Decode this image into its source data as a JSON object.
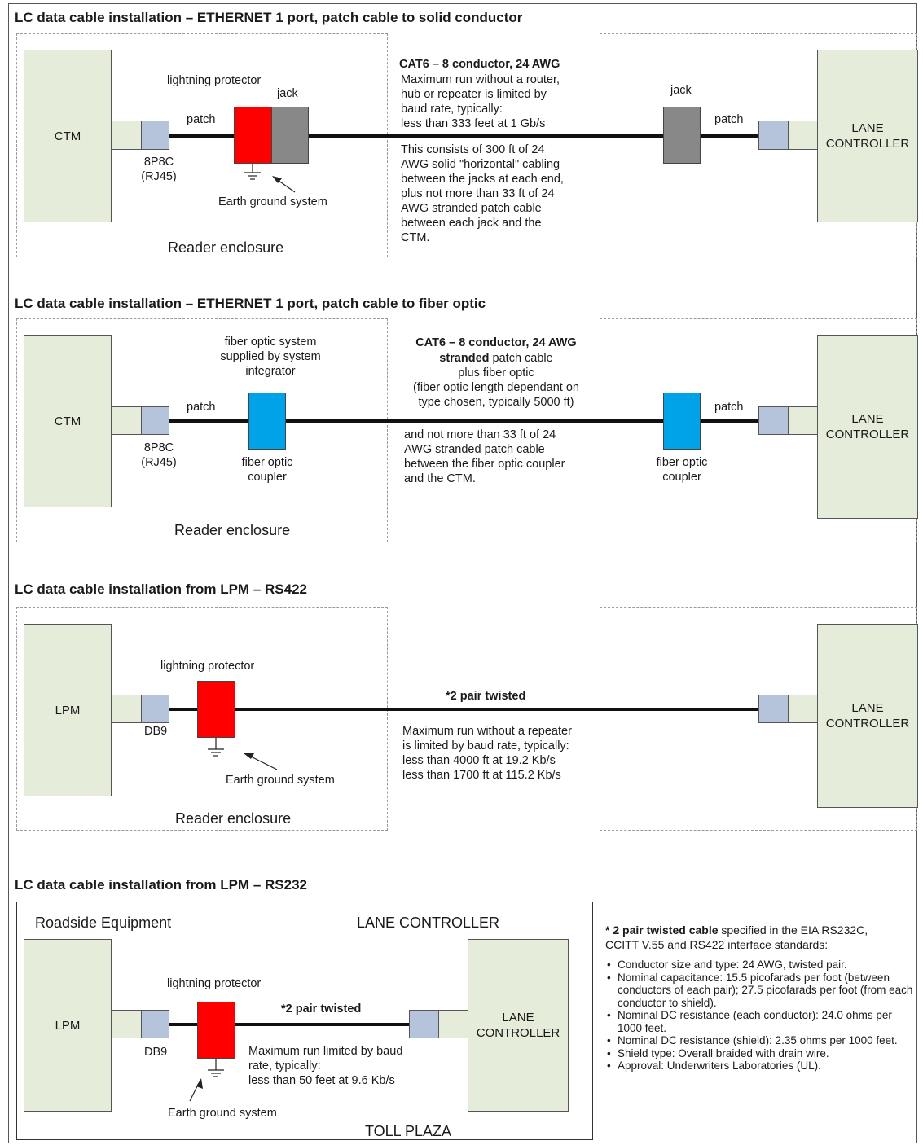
{
  "section1": {
    "title": "LC data cable installation – ETHERNET 1 port, patch cable to solid conductor",
    "ctm": "CTM",
    "lane_controller": "LANE\nCONTROLLER",
    "lightning_protector": "lightning protector",
    "jack_left": "jack",
    "jack_right": "jack",
    "patch_left": "patch",
    "patch_right": "patch",
    "connector": "8P8C\n(RJ45)",
    "earth": "Earth ground system",
    "enclosure": "Reader enclosure",
    "cable_title": "CAT6 – 8 conductor, 24 AWG",
    "cable_desc": "Maximum run without a router,\nhub or repeater is limited by\nbaud rate, typically:\nless than 333 feet at 1 Gb/s",
    "cable_note": "This consists of 300 ft of 24\nAWG solid \"horizontal\" cabling\nbetween the jacks at each end,\nplus not more than 33 ft of 24\nAWG stranded patch cable\nbetween each jack and the\nCTM."
  },
  "section2": {
    "title": "LC data cable installation – ETHERNET 1 port, patch cable to fiber optic",
    "ctm": "CTM",
    "lane_controller": "LANE\nCONTROLLER",
    "fiber_system": "fiber optic system\nsupplied by system\nintegrator",
    "patch_left": "patch",
    "patch_right": "patch",
    "connector": "8P8C\n(RJ45)",
    "coupler_left": "fiber optic\ncoupler",
    "coupler_right": "fiber optic\ncoupler",
    "enclosure": "Reader enclosure",
    "cable_title": "CAT6 – 8 conductor, 24 AWG",
    "cable_title2": "stranded",
    "cable_title2_rest": " patch cable",
    "cable_desc": "plus fiber optic\n(fiber optic length dependant on\ntype chosen, typically 5000 ft)",
    "cable_note": "and not more than 33 ft of 24\nAWG stranded patch cable\nbetween the fiber optic coupler\nand the CTM."
  },
  "section3": {
    "title": "LC data cable installation from LPM – RS422",
    "lpm": "LPM",
    "lane_controller": "LANE\nCONTROLLER",
    "lightning_protector": "lightning protector",
    "connector": "DB9",
    "earth": "Earth ground system",
    "enclosure": "Reader enclosure",
    "cable_title": "*2 pair twisted",
    "cable_desc": "Maximum run without a repeater\nis limited by baud rate, typically:\nless than 4000 ft at 19.2 Kb/s\nless than 1700 ft at 115.2 Kb/s"
  },
  "section4": {
    "title": "LC data cable installation from LPM – RS232",
    "roadside": "Roadside Equipment",
    "lane_controller_heading": "LANE CONTROLLER",
    "lpm": "LPM",
    "lane_controller": "LANE\nCONTROLLER",
    "lightning_protector": "lightning protector",
    "connector": "DB9",
    "earth": "Earth ground system",
    "toll_plaza": "TOLL PLAZA",
    "cable_title": "*2 pair twisted",
    "cable_desc": "Maximum run limited by baud\nrate, typically:\nless than 50 feet at 9.6 Kb/s"
  },
  "footnote": {
    "heading_bold": "* 2 pair twisted cable",
    "heading_rest": " specified in the EIA RS232C,\nCCITT V.55 and RS422 interface standards:",
    "items": [
      "Conductor size and type: 24 AWG, twisted pair.",
      "Nominal capacitance: 15.5 picofarads per foot (between conductors of each pair); 27.5 picofarads per foot (from each conductor to shield).",
      "Nominal DC resistance (each conductor): 24.0 ohms per 1000 feet.",
      "Nominal DC resistance (shield): 2.35 ohms per 1000 feet.",
      "Shield type: Overall braided with drain wire.",
      "Approval: Underwriters Laboratories (UL)."
    ]
  },
  "colors": {
    "device_fill": "#e6ecda",
    "connector_fill": "#b5c4da",
    "protector": "#ff0000",
    "jack": "#888888",
    "coupler": "#00a2e8"
  }
}
